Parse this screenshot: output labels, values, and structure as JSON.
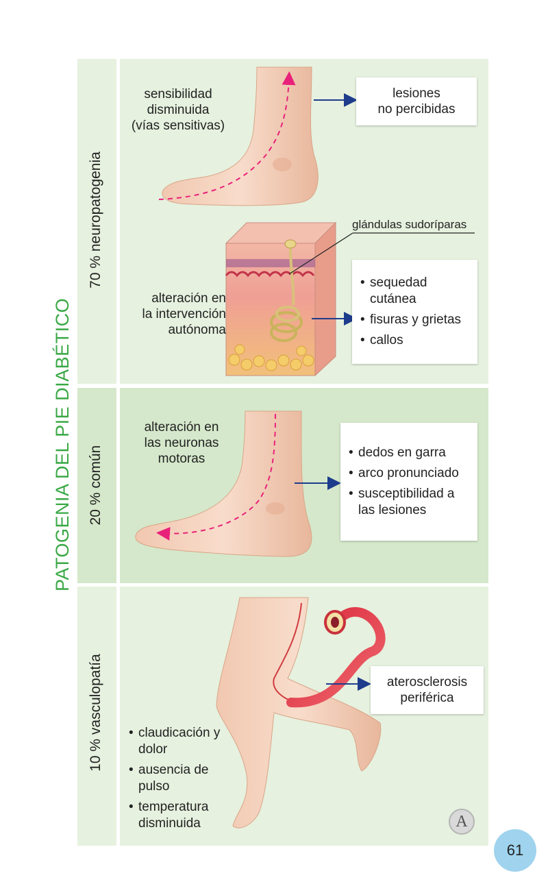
{
  "title": "PATOGENIA DEL PIE DIABÉTICO",
  "page_number": "61",
  "logo_letter": "A",
  "sections": {
    "neuro": {
      "label": "70 % neuropatogenia",
      "sensory_caption": [
        "sensibilidad",
        "disminuida",
        "(vías sensitivas)"
      ],
      "sensory_result": [
        "lesiones",
        "no percibidas"
      ],
      "gland_label": "glándulas sudoríparas",
      "autonomic_caption": [
        "alteración en",
        "la intervención",
        "autónoma"
      ],
      "autonomic_effects": [
        "sequedad cutánea",
        "fisuras y grietas",
        "callos"
      ]
    },
    "common": {
      "label": "20 % común",
      "motor_caption": [
        "alteración en",
        "las neuronas",
        "motoras"
      ],
      "motor_effects": [
        "dedos en garra",
        "arco pronunciado",
        "susceptibilidad a las lesiones"
      ]
    },
    "vascular": {
      "label": "10 % vasculopatía",
      "result": [
        "aterosclerosis",
        "periférica"
      ],
      "symptoms": [
        "claudicación y dolor",
        "ausencia de pulso",
        "temperatura disminuida"
      ]
    }
  },
  "colors": {
    "title_green": "#3aa845",
    "band_light": "#e6f1df",
    "band_mid": "#d5e8cb",
    "arrow_blue": "#1d3c8c",
    "nerve_pink": "#e8217a",
    "page_badge": "#9fd3ee"
  }
}
